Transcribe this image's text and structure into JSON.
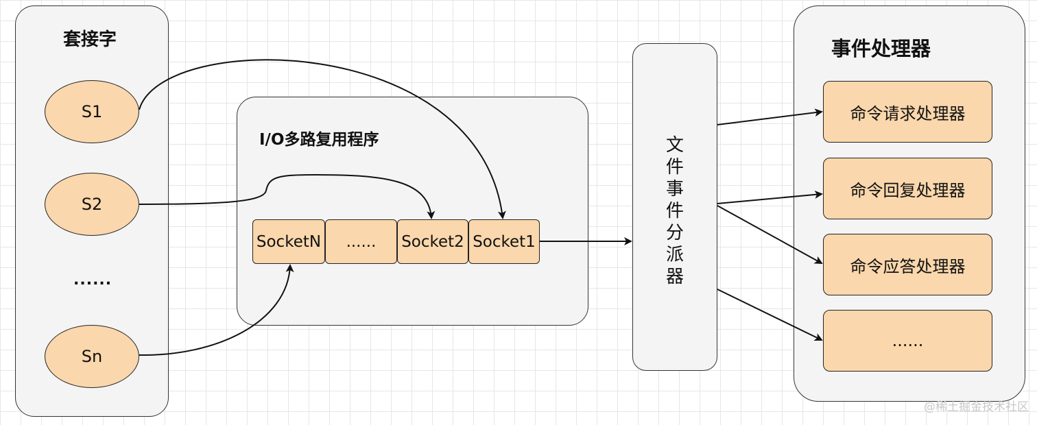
{
  "sockets_panel": {
    "title": "套接字",
    "nodes": [
      "S1",
      "S2",
      "Sn"
    ],
    "ellipsis": "......"
  },
  "io_panel": {
    "title": "I/O多路复用程序",
    "queue": [
      "SocketN",
      "......",
      "Socket2",
      "Socket1"
    ]
  },
  "dispatcher": {
    "label": "文件事件分派器"
  },
  "handlers_panel": {
    "title": "事件处理器",
    "items": [
      "命令请求处理器",
      "命令回复处理器",
      "命令应答处理器",
      "......"
    ]
  },
  "watermark": "@稀土掘金技术社区",
  "colors": {
    "node_fill": "#fad7ac",
    "panel_fill": "#f4f4f4",
    "stroke": "#222222"
  }
}
